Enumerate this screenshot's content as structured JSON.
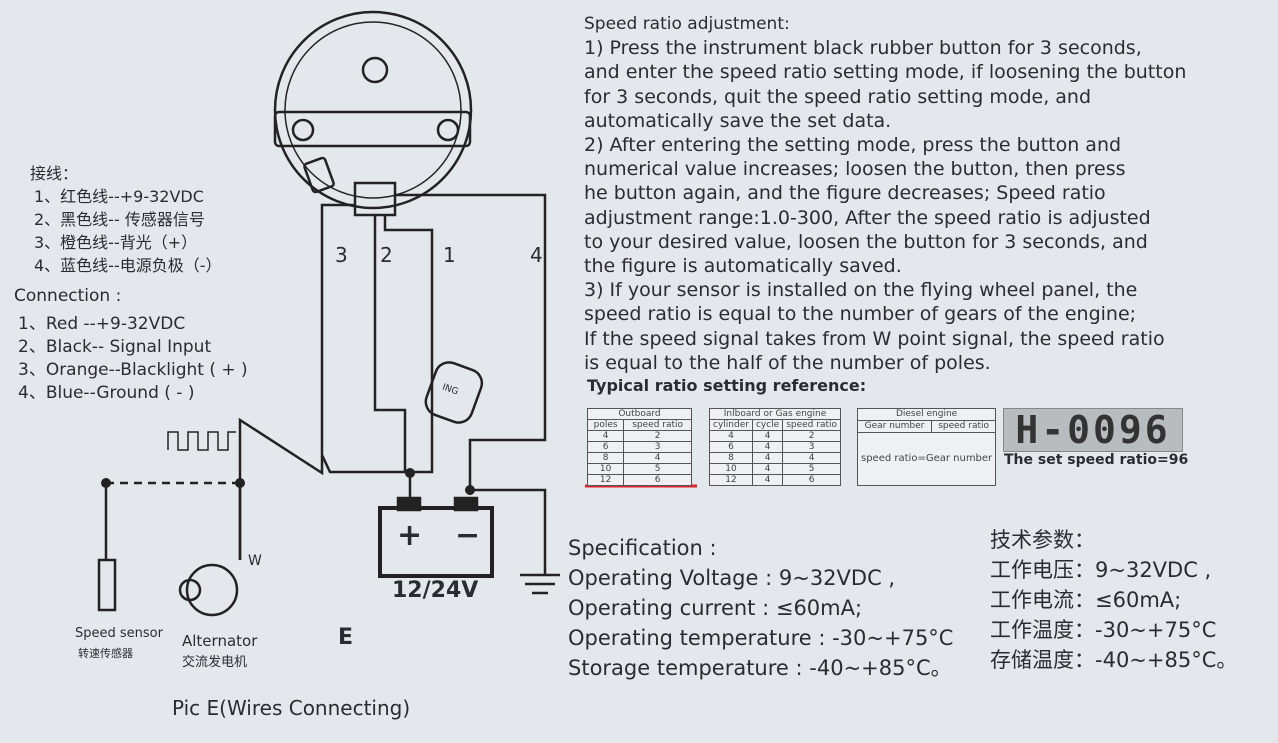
{
  "adjustment": {
    "title": "Speed ratio adjustment:",
    "lines": [
      "1) Press the instrument black rubber button for 3 seconds,",
      "and enter the speed ratio setting mode,  if loosening the button",
      "for 3 seconds, quit the speed ratio setting mode, and",
      " automatically save the set data.",
      "2) After entering the setting mode, press the button and",
      "numerical value increases; loosen the button,    then press",
      "he button again, and the figure decreases; Speed ratio",
      "adjustment range:1.0-300, After   the speed ratio is adjusted",
      "to your desired value, loosen the button for 3 seconds, and",
      " the figure is   automatically saved.",
      "3) If your sensor is installed on the flying wheel panel, the",
      "speed ratio is equal to the number of gears of the engine;",
      "If the speed signal takes from W point signal, the speed ratio",
      " is equal to the half of the  number of poles."
    ]
  },
  "reference": {
    "title": "Typical ratio setting reference:",
    "outboard": {
      "title": "Outboard",
      "headers": [
        "poles",
        "speed ratio"
      ],
      "rows": [
        [
          "4",
          "2"
        ],
        [
          "6",
          "3"
        ],
        [
          "8",
          "4"
        ],
        [
          "10",
          "5"
        ],
        [
          "12",
          "6"
        ]
      ]
    },
    "inboard": {
      "title": "Inlboard or Gas engine",
      "headers": [
        "cylinder",
        "cycle",
        "speed ratio"
      ],
      "rows": [
        [
          "4",
          "4",
          "2"
        ],
        [
          "6",
          "4",
          "3"
        ],
        [
          "8",
          "4",
          "4"
        ],
        [
          "10",
          "4",
          "5"
        ],
        [
          "12",
          "4",
          "6"
        ]
      ]
    },
    "diesel": {
      "title": "Diesel engine",
      "headers": [
        "Gear number",
        "speed ratio"
      ],
      "formula": "speed ratio=Gear number"
    },
    "lcd": "H-0096",
    "lcd_caption": "The set speed ratio=96"
  },
  "wiring_cn": {
    "title": "接线：",
    "items": [
      "1、红色线--+9-32VDC",
      "2、黑色线-- 传感器信号",
      "3、橙色线--背光（+）",
      "4、蓝色线--电源负极（-）"
    ]
  },
  "wiring_en": {
    "title": "Connection :",
    "items": [
      "1、Red --+9-32VDC",
      "2、Black-- Signal  Input",
      "3、Orange--Blacklight ( + )",
      "4、Blue--Ground ( - )"
    ]
  },
  "diagram": {
    "wire_numbers": [
      "3",
      "2",
      "1",
      "4"
    ],
    "battery_label": "12/24V",
    "plus": "+",
    "minus": "−",
    "w_label": "W",
    "ign_label": "ING",
    "letter": "E",
    "sensor_en": "Speed sensor",
    "sensor_cn": "转速传感器",
    "alternator_en": "Alternator",
    "alternator_cn": "交流发电机",
    "caption": "Pic E(Wires Connecting)"
  },
  "spec_en": {
    "title": "Specification :",
    "items": [
      "Operating Voltage : 9~32VDC ,",
      "Operating current : ≤60mA;",
      "Operating temperature : -30~+75°C",
      "Storage temperature : -40~+85°C。"
    ]
  },
  "spec_cn": {
    "title": "技术参数：",
    "items": [
      "工作电压：9~32VDC ,",
      "工作电流：≤60mA;",
      "工作温度：-30~+75°C",
      "存储温度：-40~+85°C。"
    ]
  },
  "colors": {
    "paper": "#e4e7ec",
    "ink": "#2a2c33",
    "highlight": "#e0242a"
  }
}
